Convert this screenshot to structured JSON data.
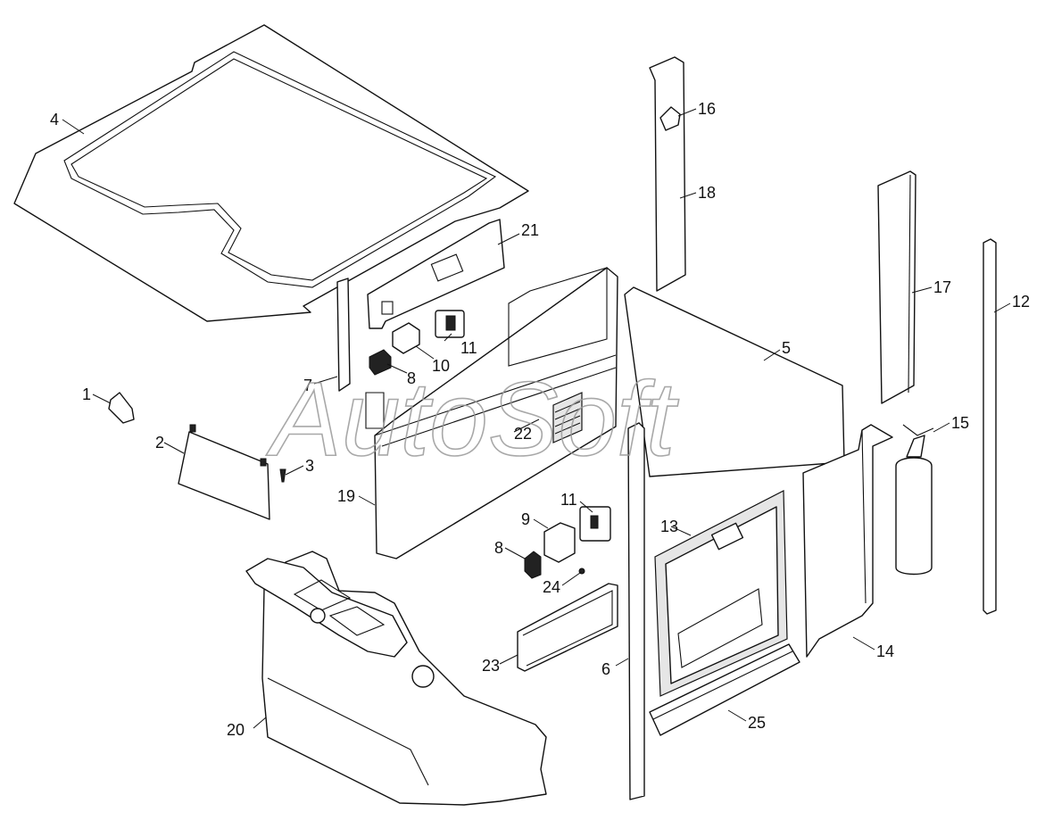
{
  "watermark": "AutoSoft",
  "callouts": {
    "c1": "1",
    "c2": "2",
    "c3": "3",
    "c4": "4",
    "c5": "5",
    "c6": "6",
    "c7": "7",
    "c8a": "8",
    "c8b": "8",
    "c9": "9",
    "c10": "10",
    "c11a": "11",
    "c11b": "11",
    "c12": "12",
    "c13": "13",
    "c14": "14",
    "c15": "15",
    "c16": "16",
    "c17": "17",
    "c18": "18",
    "c19": "19",
    "c20": "20",
    "c21": "21",
    "c22": "22",
    "c23": "23",
    "c24": "24",
    "c25": "25"
  }
}
